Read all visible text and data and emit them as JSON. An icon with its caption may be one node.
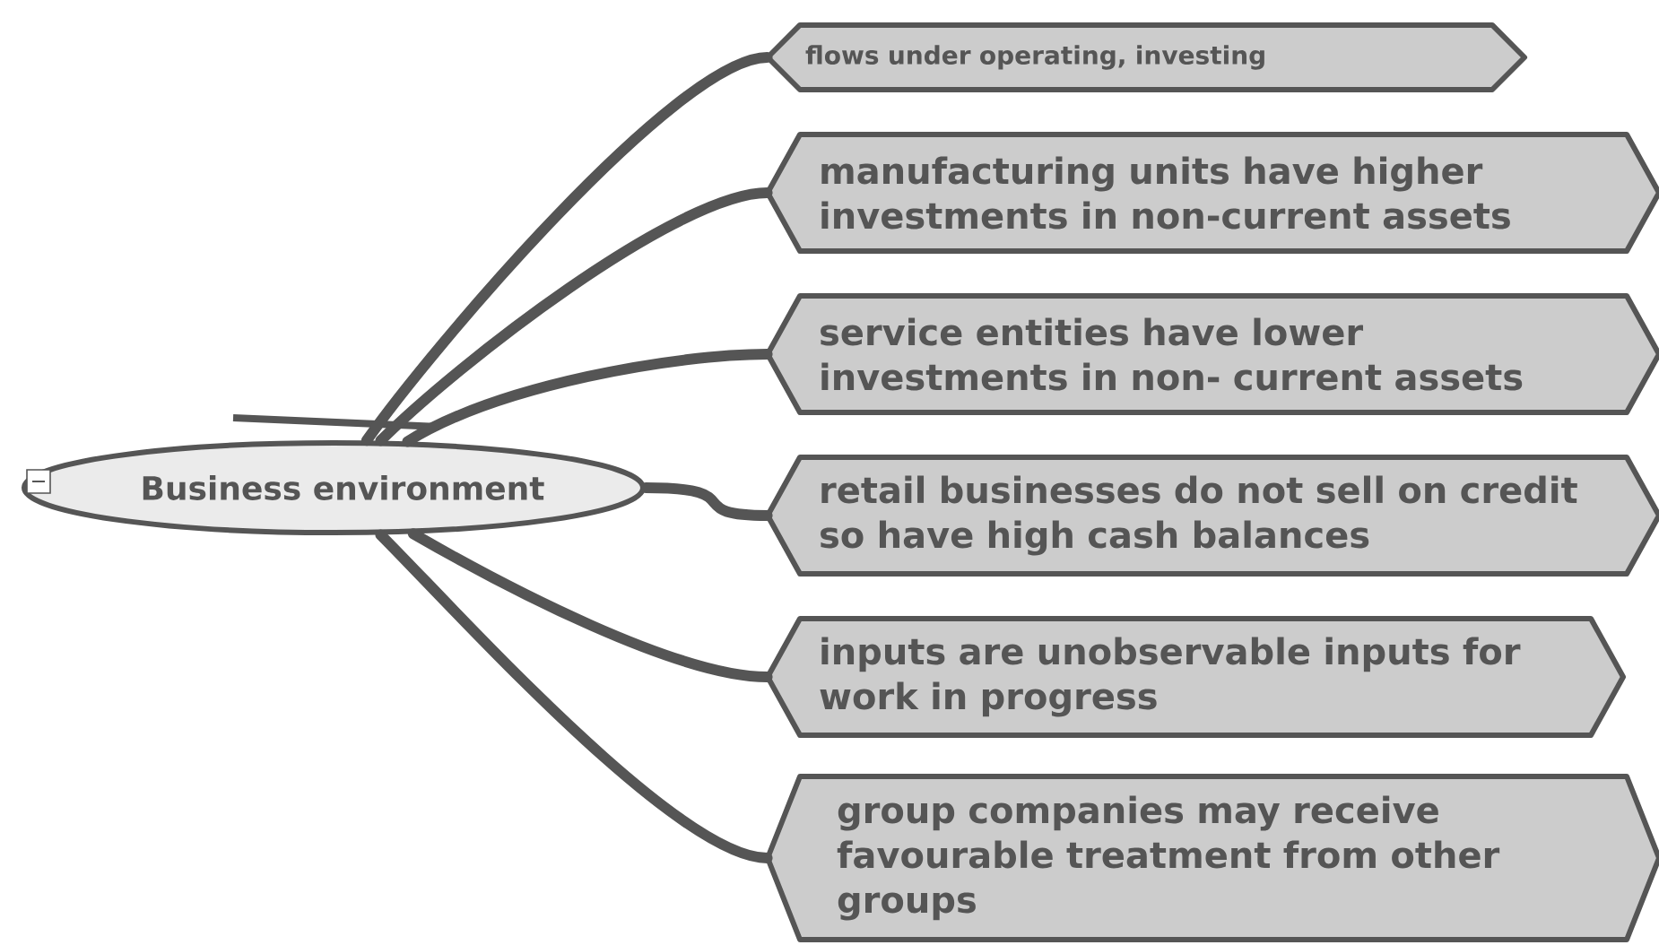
{
  "diagram": {
    "nodes": [
      {
        "text": [
          "Business environment"
        ]
      },
      {
        "text": [
          "flows under operating, investing"
        ]
      },
      {
        "text": [
          "manufacturing units have higher investments in non-current assets"
        ]
      },
      {
        "text": [
          "service entities have lower investments in non- current assets"
        ]
      },
      {
        "text": [
          "retail businesses do not sell on credit so have high cash balances"
        ]
      },
      {
        "text": [
          "inputs are unobservable inputs for work in progress"
        ]
      },
      {
        "text": [
          "group companies may receive favourable treatment from other groups"
        ]
      }
    ],
    "edges": [
      {
        "from": 0,
        "to": 1,
        "arrow": "none"
      },
      {
        "from": 0,
        "to": 2,
        "arrow": "none"
      },
      {
        "from": 0,
        "to": 3,
        "arrow": "none"
      },
      {
        "from": 0,
        "to": 4,
        "arrow": "none"
      },
      {
        "from": 0,
        "to": 5,
        "arrow": "none"
      },
      {
        "from": 0,
        "to": 6,
        "arrow": "none"
      }
    ]
  }
}
